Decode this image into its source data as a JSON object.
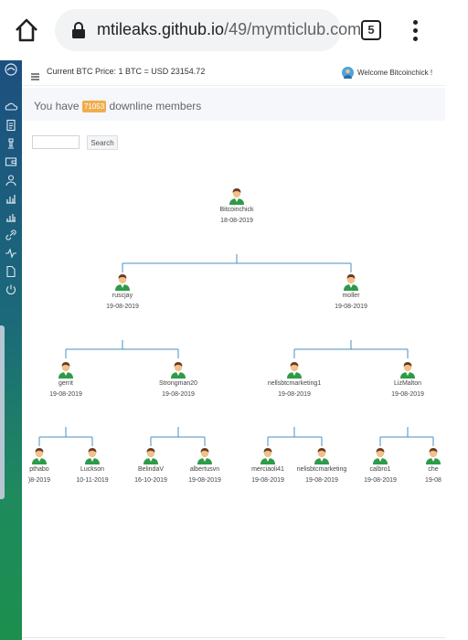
{
  "browser": {
    "url_domain": "mtileaks.github.io",
    "url_path": "/49/mymticlub.com",
    "tab_count": "5"
  },
  "sidebar": {
    "icons": [
      "cloud-icon",
      "document-icon",
      "chess-icon",
      "wallet-icon",
      "user-icon",
      "bar-chart-icon",
      "bar-chart-2-icon",
      "link-icon",
      "activity-icon",
      "file-icon",
      "power-icon"
    ]
  },
  "topbar": {
    "btc_price": "Current BTC Price: 1 BTC = USD 23154.72",
    "welcome": "Welcome Bitcoinchick !"
  },
  "banner": {
    "prefix": "You have",
    "count": "71053",
    "suffix": "downline members"
  },
  "search": {
    "value": "",
    "button_label": "Search"
  },
  "tree": {
    "root": {
      "name": "Bitcoinchick",
      "date": "18-08-2019"
    },
    "level1": [
      {
        "name": "ruscjay",
        "date": "19-08-2019"
      },
      {
        "name": "moller",
        "date": "19-08-2019"
      }
    ],
    "level2": [
      {
        "name": "gerrit",
        "date": "19-08-2019"
      },
      {
        "name": "Strongman20",
        "date": "19-08-2019"
      },
      {
        "name": "nellsbtcmarketing1",
        "date": "19-08-2019"
      },
      {
        "name": "LizMalton",
        "date": "19-08-2019"
      }
    ],
    "level3": [
      {
        "name": "pthabo",
        "date": ")8-2019"
      },
      {
        "name": "Luckson",
        "date": "10-11-2019"
      },
      {
        "name": "BelindaV",
        "date": "16-10-2019"
      },
      {
        "name": "albertusvn",
        "date": "19-08-2019"
      },
      {
        "name": "merciaoli41",
        "date": "19-08-2019"
      },
      {
        "name": "nelisbtcmarketing",
        "date": "19-08-2019"
      },
      {
        "name": "calbro1",
        "date": "19-08-2019"
      },
      {
        "name": "che",
        "date": "19-08"
      }
    ]
  },
  "colors": {
    "connector": "#4a8fc1",
    "avatar_shirt": "#2e9b49",
    "avatar_hair": "#6b3a1e",
    "avatar_skin": "#f2c08a",
    "badge": "#f0ad4e"
  }
}
